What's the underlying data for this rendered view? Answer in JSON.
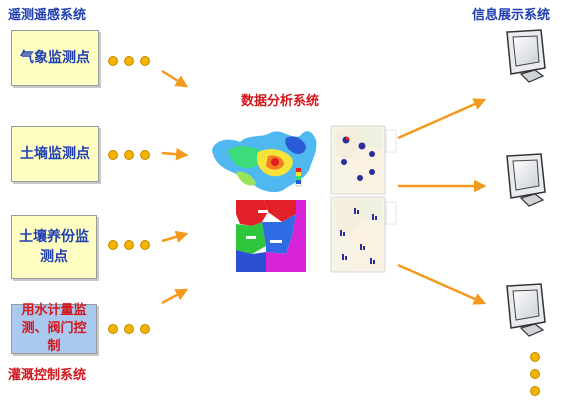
{
  "left_title": "遥测遥感系统",
  "right_title": "信息展示系统",
  "center_title": "数据分析系统",
  "bottom_title": "灌溉控制系统",
  "boxes": [
    {
      "label": "气象监测点"
    },
    {
      "label": "土墒监测点"
    },
    {
      "label": "土壤养份监测点"
    },
    {
      "label": "用水计量监测、阀门控制"
    }
  ],
  "colors": {
    "blue_text": "#1f3fb0",
    "red_text": "#d4161d",
    "box_fill": "#fefdc2",
    "water_box_fill": "#a9c9ee",
    "arrow": "#f39a1e",
    "dot": "#f0b400"
  },
  "icons": [
    "monitor-icon",
    "monitor-icon",
    "monitor-icon"
  ]
}
